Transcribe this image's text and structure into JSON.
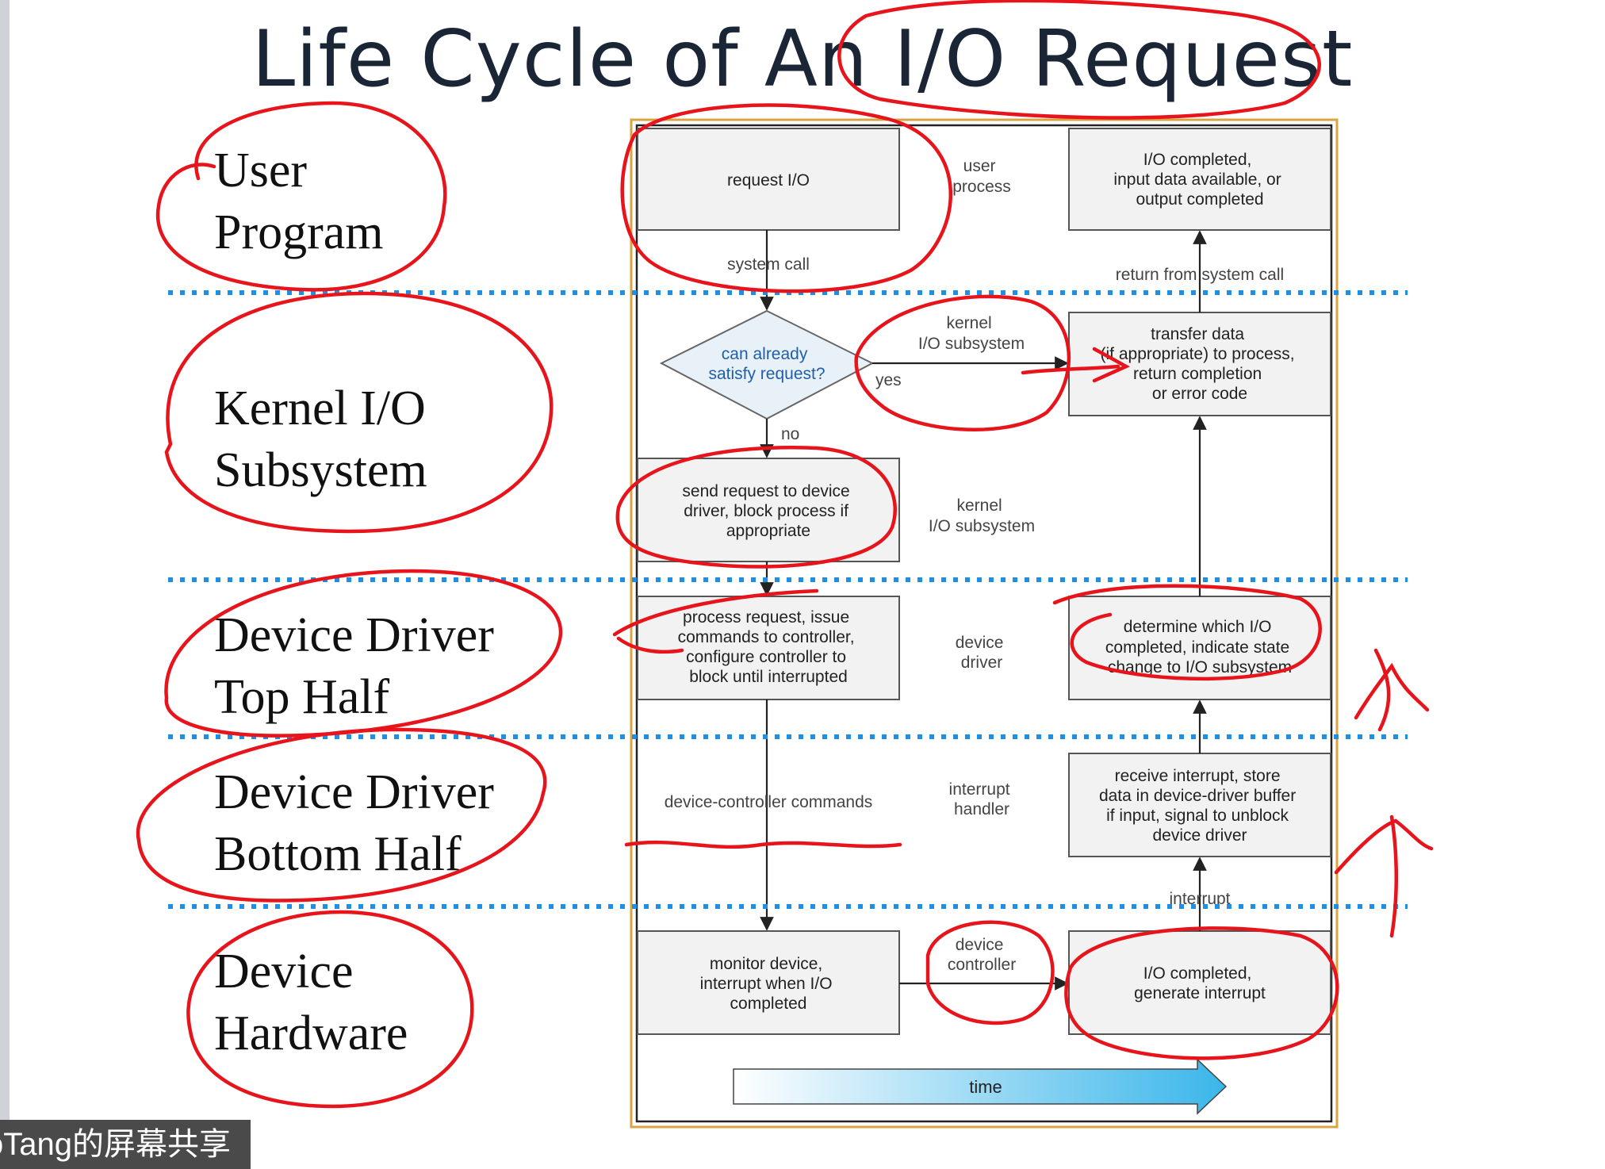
{
  "title": "Life Cycle of An I/O Request",
  "layers": [
    {
      "id": "user-program",
      "line1": "User",
      "line2": "Program"
    },
    {
      "id": "kernel-io",
      "line1": "Kernel I/O",
      "line2": "Subsystem"
    },
    {
      "id": "top-half",
      "line1": "Device Driver",
      "line2": "Top Half"
    },
    {
      "id": "bottom-half",
      "line1": "Device Driver",
      "line2": "Bottom Half"
    },
    {
      "id": "hardware",
      "line1": "Device",
      "line2": "Hardware"
    }
  ],
  "boxes": {
    "request_io": [
      "request I/O"
    ],
    "io_completed_top": [
      "I/O completed,",
      "input data available, or",
      "output completed"
    ],
    "transfer_data": [
      "transfer data",
      "(if appropriate) to process,",
      "return completion",
      "or error code"
    ],
    "send_request": [
      "send request to device",
      "driver, block process if",
      "appropriate"
    ],
    "process_request": [
      "process request, issue",
      "commands to controller,",
      "configure controller to",
      "block until interrupted"
    ],
    "determine": [
      "determine which I/O",
      "completed, indicate state",
      "change to I/O subsystem"
    ],
    "receive_interrupt": [
      "receive interrupt, store",
      "data in device-driver buffer",
      "if input, signal to unblock",
      "device driver"
    ],
    "monitor_device": [
      "monitor device,",
      "interrupt when I/O",
      "completed"
    ],
    "io_completed_bottom": [
      "I/O completed,",
      "generate interrupt"
    ]
  },
  "decision": [
    "can already",
    "satisfy request?"
  ],
  "middle_labels": {
    "user_process": [
      "user",
      "process"
    ],
    "kernel_io_1": [
      "kernel",
      "I/O subsystem"
    ],
    "kernel_io_2": [
      "kernel",
      "I/O subsystem"
    ],
    "device_driver": [
      "device",
      "driver"
    ],
    "interrupt_handler": [
      "interrupt",
      "handler"
    ],
    "device_controller": [
      "device",
      "controller"
    ]
  },
  "edge_labels": {
    "system_call": "system call",
    "return_from_system_call": "return from system call",
    "yes": "yes",
    "no": "no",
    "device_controller_commands": "device-controller commands",
    "interrupt": "interrupt"
  },
  "time_arrow_label": "time",
  "overlay_caption": "oTang的屏幕共享",
  "colors": {
    "annotation": "#e8141c",
    "divider": "#1f8fe6",
    "decision_text": "#1f5fa8",
    "frame": "#d9a441"
  }
}
